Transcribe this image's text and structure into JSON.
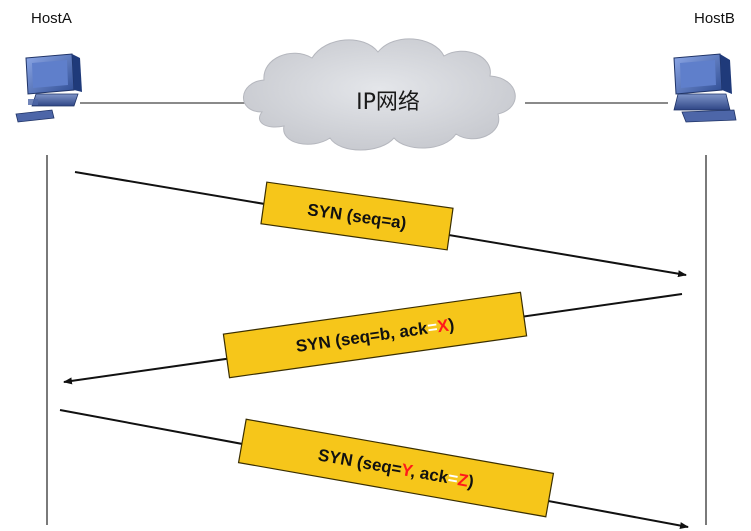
{
  "host_a": {
    "name": "HostA"
  },
  "host_b": {
    "name": "HostB"
  },
  "network": {
    "label": "IP网络"
  },
  "messages": [
    {
      "direction": "A-to-B",
      "parts": [
        {
          "text": "SYN (seq=a)",
          "style": "normal"
        }
      ]
    },
    {
      "direction": "B-to-A",
      "parts": [
        {
          "text": "SYN (seq=b, ack",
          "style": "normal"
        },
        {
          "text": "=",
          "style": "eq"
        },
        {
          "text": "X",
          "style": "hl"
        },
        {
          "text": ")",
          "style": "normal"
        }
      ]
    },
    {
      "direction": "A-to-B",
      "parts": [
        {
          "text": "SYN (seq=",
          "style": "normal"
        },
        {
          "text": "Y",
          "style": "hl"
        },
        {
          "text": ", ack",
          "style": "normal"
        },
        {
          "text": "=",
          "style": "eq"
        },
        {
          "text": "Z",
          "style": "hl"
        },
        {
          "text": ")",
          "style": "normal"
        }
      ]
    }
  ],
  "colors": {
    "label_fill": "#f6c61a",
    "label_border": "#3a2e00",
    "highlight": "#ff1a1a",
    "cloud": "#d4d6dc",
    "monitor": "#3e5a99",
    "arrow": "#111111"
  }
}
